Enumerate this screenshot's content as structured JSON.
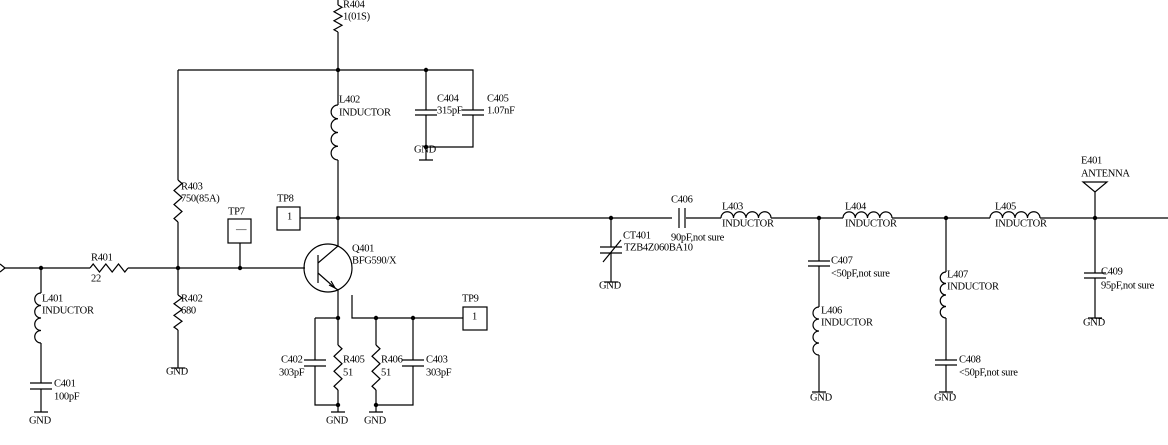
{
  "gnd_label": "GND",
  "components": {
    "R404": {
      "ref": "R404",
      "value": "1(01S)"
    },
    "L402": {
      "ref": "L402",
      "value": "INDUCTOR"
    },
    "C404": {
      "ref": "C404",
      "value": "315pF"
    },
    "C405": {
      "ref": "C405",
      "value": "1.07nF"
    },
    "R403": {
      "ref": "R403",
      "value": "750(85A)"
    },
    "TP7": {
      "ref": "TP7",
      "pin": "—"
    },
    "TP8": {
      "ref": "TP8",
      "pin": "1"
    },
    "TP9": {
      "ref": "TP9",
      "pin": "1"
    },
    "R401": {
      "ref": "R401",
      "value": "22"
    },
    "L401": {
      "ref": "L401",
      "value": "INDUCTOR"
    },
    "C401": {
      "ref": "C401",
      "value": "100pF"
    },
    "R402": {
      "ref": "R402",
      "value": "680"
    },
    "Q401": {
      "ref": "Q401",
      "value": "BFG590/X"
    },
    "C402": {
      "ref": "C402",
      "value": "303pF"
    },
    "R405": {
      "ref": "R405",
      "value": "51"
    },
    "R406": {
      "ref": "R406",
      "value": "51"
    },
    "C403": {
      "ref": "C403",
      "value": "303pF"
    },
    "CT401": {
      "ref": "CT401",
      "value": "TZB4Z060BA10"
    },
    "C406": {
      "ref": "C406",
      "value": "90pF,not sure"
    },
    "L403": {
      "ref": "L403",
      "value": "INDUCTOR"
    },
    "L404": {
      "ref": "L404",
      "value": "INDUCTOR"
    },
    "L405": {
      "ref": "L405",
      "value": "INDUCTOR"
    },
    "C407": {
      "ref": "C407",
      "value": "<50pF,not sure"
    },
    "L406": {
      "ref": "L406",
      "value": "INDUCTOR"
    },
    "L407": {
      "ref": "L407",
      "value": "INDUCTOR"
    },
    "C408": {
      "ref": "C408",
      "value": "<50pF,not sure"
    },
    "E401": {
      "ref": "E401",
      "value": "ANTENNA"
    },
    "C409": {
      "ref": "C409",
      "value": "95pF,not sure"
    }
  }
}
